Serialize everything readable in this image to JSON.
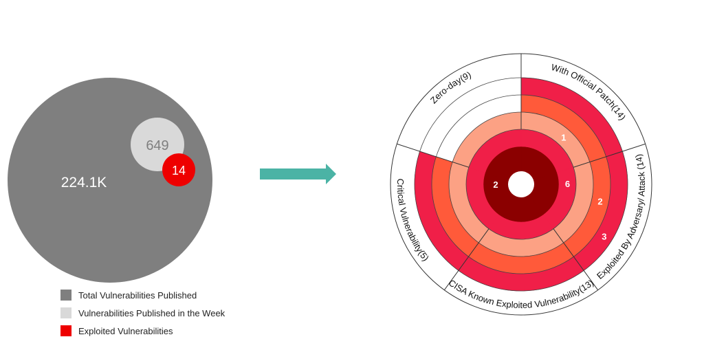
{
  "colors": {
    "total": "#7f7f7f",
    "week": "#d9d9d9",
    "exploited": "#ee0000",
    "arrow": "#4bb3a5",
    "ring": [
      "#8b0000",
      "#f01f48",
      "#fca184",
      "#ff5a3a",
      "#f01f48"
    ]
  },
  "chart_data": [
    {
      "type": "bubble",
      "bubbles": [
        {
          "label": "224.1K",
          "name": "Total  Vulnerabilities Published",
          "color": "#7f7f7f"
        },
        {
          "label": "649",
          "name": "Vulnerabilities Published in the Week",
          "color": "#d9d9d9"
        },
        {
          "label": "14",
          "name": "Exploited Vulnerabilities",
          "color": "#ee0000"
        }
      ],
      "legend": [
        {
          "name": "Total  Vulnerabilities Published",
          "color": "#7f7f7f"
        },
        {
          "name": "Vulnerabilities Published in the Week",
          "color": "#d9d9d9"
        },
        {
          "name": "Exploited Vulnerabilities",
          "color": "#ee0000"
        }
      ]
    },
    {
      "type": "radial-stacked",
      "categories": [
        {
          "label": "With Official Patch(14)",
          "value": 14,
          "filled_rings": 5
        },
        {
          "label": "Exploited By Adversary/ Attack (14)",
          "value": 14,
          "filled_rings": 5
        },
        {
          "label": "CISA Known Exploited Vulnerability(13)",
          "value": 13,
          "filled_rings": 5
        },
        {
          "label": "Critical Vulnerability(5)",
          "value": 5,
          "filled_rings": 5
        },
        {
          "label": "Zero-day(9)",
          "value": 9,
          "filled_rings": 3
        }
      ],
      "ring_labels": [
        {
          "text": "2",
          "ring": 0,
          "angle": 270
        },
        {
          "text": "6",
          "ring": 1,
          "angle": 89
        },
        {
          "text": "1",
          "ring": 2,
          "angle": 42
        },
        {
          "text": "2",
          "ring": 3,
          "angle": 102
        },
        {
          "text": "3",
          "ring": 4,
          "angle": 122
        }
      ]
    }
  ]
}
